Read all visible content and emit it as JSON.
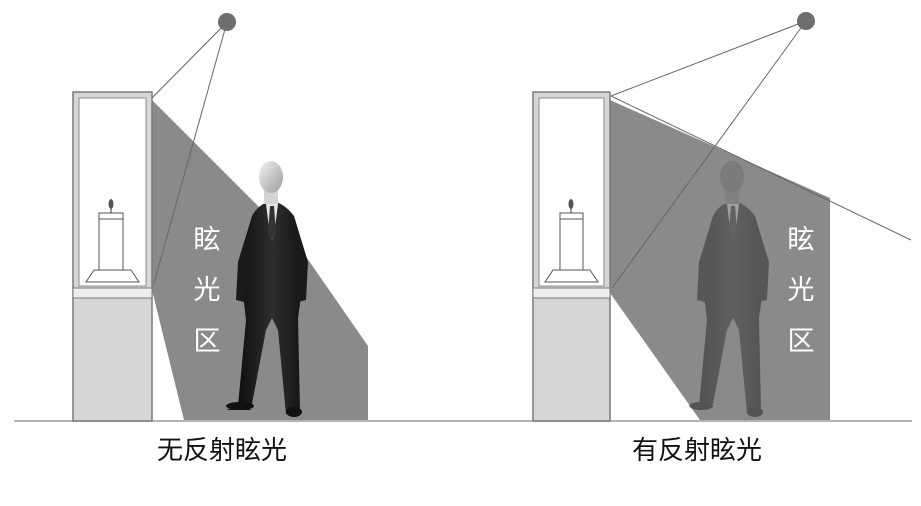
{
  "panels": [
    {
      "id": "no-reflection",
      "zone_label": [
        "眩",
        "光",
        "区"
      ],
      "caption": "无反射眩光"
    },
    {
      "id": "with-reflection",
      "zone_label": [
        "眩",
        "光",
        "区"
      ],
      "caption": "有反射眩光"
    }
  ],
  "colors": {
    "background": "#ffffff",
    "glare_zone": "#8a8a8a",
    "display_case": "#d6d6d6",
    "case_frame": "#7a7a7a",
    "lamp": "#6e6e6e",
    "suit": "#1b1b1b",
    "floor": "#9a9a9a"
  },
  "icons": {
    "lamp": "lamp-icon",
    "person": "person-icon",
    "exhibit": "candle-icon"
  }
}
